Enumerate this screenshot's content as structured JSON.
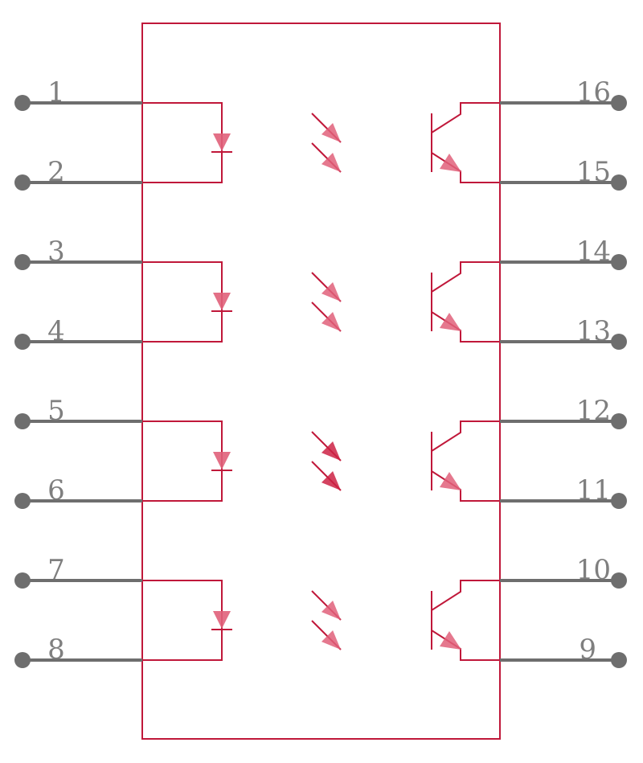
{
  "colors": {
    "body": "#c0183a",
    "pin": "#6e6e6e",
    "label": "#7f7f7f",
    "arrow_fill": "#e0607a",
    "arrow_fill_dark": "#cc2244"
  },
  "channels": [
    {
      "anode_pin": "1",
      "cathode_pin": "2",
      "collector_pin": "16",
      "emitter_pin": "15",
      "highlight": false
    },
    {
      "anode_pin": "3",
      "cathode_pin": "4",
      "collector_pin": "14",
      "emitter_pin": "13",
      "highlight": false
    },
    {
      "anode_pin": "5",
      "cathode_pin": "6",
      "collector_pin": "12",
      "emitter_pin": "11",
      "highlight": true
    },
    {
      "anode_pin": "7",
      "cathode_pin": "8",
      "collector_pin": "10",
      "emitter_pin": "9",
      "highlight": false
    }
  ]
}
